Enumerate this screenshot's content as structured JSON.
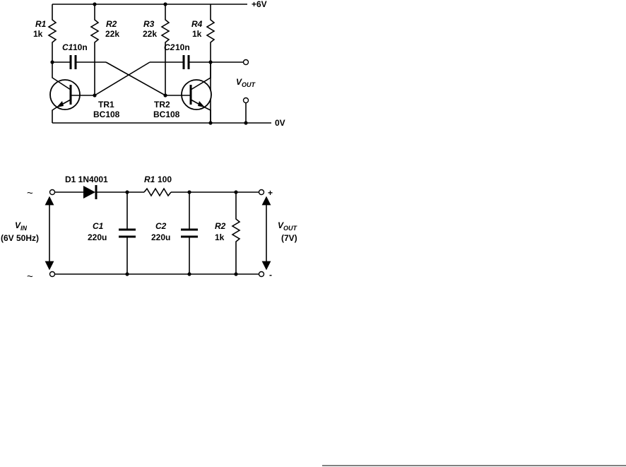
{
  "multivibrator": {
    "supply_label": "+6V",
    "ground_label": "0V",
    "r1_ref": "R1",
    "r1_value": "1k",
    "r2_ref": "R2",
    "r2_value": "22k",
    "r3_ref": "R3",
    "r3_value": "22k",
    "r4_ref": "R4",
    "r4_value": "1k",
    "c1_ref": "C1",
    "c1_value": "10n",
    "c2_ref": "C2",
    "c2_value": "10n",
    "tr1_ref": "TR1",
    "tr1_part": "BC108",
    "tr2_ref": "TR2",
    "tr2_part": "BC108",
    "vout_main": "V",
    "vout_sub": "OUT"
  },
  "supply": {
    "d1_label": "D1 1N4001",
    "r1_ref": "R1",
    "r1_value": "100",
    "c1_ref": "C1",
    "c1_value": "220u",
    "c2_ref": "C2",
    "c2_value": "220u",
    "r2_ref": "R2",
    "r2_value": "1k",
    "vin_main": "V",
    "vin_sub": "IN",
    "vin_desc": "(6V 50Hz)",
    "vout_main": "V",
    "vout_sub": "OUT",
    "vout_desc": "(7V)",
    "ac_symbol": "~",
    "plus": "+",
    "minus": "-"
  }
}
